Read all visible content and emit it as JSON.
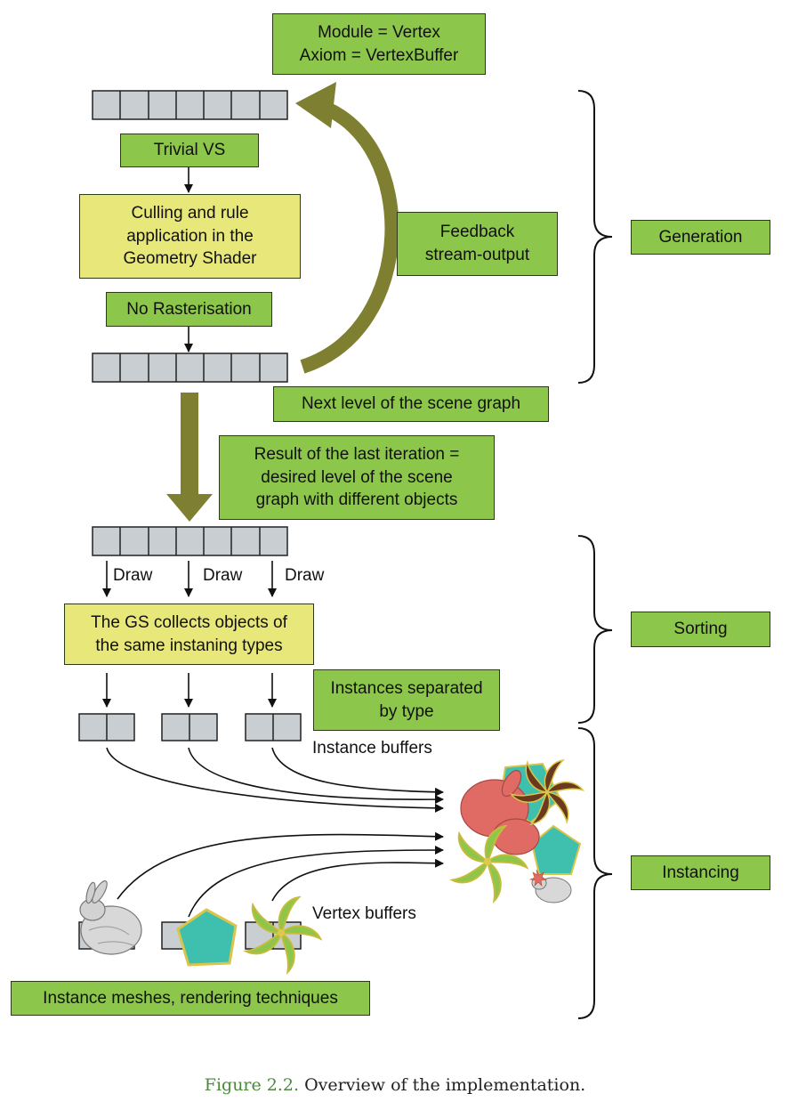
{
  "boxes": {
    "module_axiom": "Module = Vertex\nAxiom = VertexBuffer",
    "trivial_vs": "Trivial VS",
    "culling": "Culling and rule\napplication in the\nGeometry Shader",
    "no_raster": "No Rasterisation",
    "feedback": "Feedback\nstream-output",
    "next_level": "Next level of the scene graph",
    "result": "Result of the last iteration =\ndesired level of the scene\ngraph with different objects",
    "gs_collects": "The GS collects objects of\nthe same instaning types",
    "instances_sep": "Instances separated\nby type",
    "meshes": "Instance meshes, rendering techniques"
  },
  "stages": {
    "generation": "Generation",
    "sorting": "Sorting",
    "instancing": "Instancing"
  },
  "labels": {
    "draw": "Draw",
    "instance_buffers": "Instance buffers",
    "vertex_buffers": "Vertex buffers"
  },
  "caption": {
    "figure": "Figure 2.2.",
    "text": "Overview of the implementation."
  },
  "colors": {
    "box_green": "#8cc64a",
    "box_yellow": "#e8e87a",
    "arrow_olive": "#7f7f32",
    "buffer_gray": "#c9ced2",
    "bunny_red": "#e06a64",
    "pentagon_teal": "#3fbfae",
    "pinwheel_brown": "#6b3a1e",
    "pinwheel_green": "#8cc64a"
  },
  "icons": [
    "bunny-mesh-icon",
    "pentagon-mesh-icon",
    "pinwheel-mesh-icon"
  ]
}
